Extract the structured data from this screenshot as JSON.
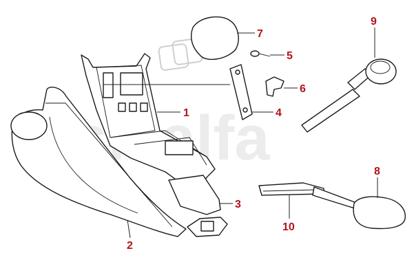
{
  "watermark": "sivalfa",
  "callouts": [
    {
      "id": "1",
      "label": "1"
    },
    {
      "id": "2",
      "label": "2"
    },
    {
      "id": "3",
      "label": "3"
    },
    {
      "id": "4",
      "label": "4"
    },
    {
      "id": "5",
      "label": "5"
    },
    {
      "id": "6",
      "label": "6"
    },
    {
      "id": "7",
      "label": "7"
    },
    {
      "id": "8",
      "label": "8"
    },
    {
      "id": "9",
      "label": "9"
    },
    {
      "id": "10",
      "label": "10"
    }
  ],
  "colors": {
    "callout": "#b3121b",
    "ink": "#1a1a1a",
    "watermark": "#ececec"
  }
}
